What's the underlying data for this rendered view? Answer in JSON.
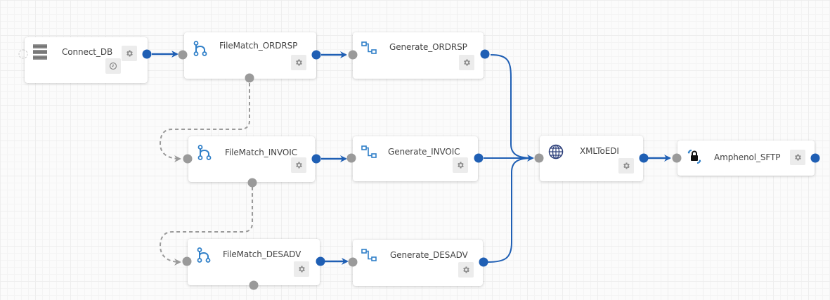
{
  "diagram": {
    "type": "workflow",
    "colors": {
      "flow_edge": "#1f5fb4",
      "port_out": "#1f5fb4",
      "port_in": "#9a9a9a",
      "dashed_edge": "#9a9a9a",
      "icon_blue": "#2f7fc8"
    },
    "nodes": [
      {
        "id": "connect_db",
        "label": "Connect_DB",
        "icon": "database-icon",
        "has_schedule": true
      },
      {
        "id": "filematch_ordrsp",
        "label": "FileMatch_ORDRSP",
        "icon": "branch-icon"
      },
      {
        "id": "generate_ordrsp",
        "label": "Generate_ORDRSP",
        "icon": "mapping-icon"
      },
      {
        "id": "filematch_invoic",
        "label": "FileMatch_INVOIC",
        "icon": "branch-icon"
      },
      {
        "id": "generate_invoic",
        "label": "Generate_INVOIC",
        "icon": "mapping-icon"
      },
      {
        "id": "filematch_desadv",
        "label": "FileMatch_DESADV",
        "icon": "branch-icon"
      },
      {
        "id": "generate_desadv",
        "label": "Generate_DESADV",
        "icon": "mapping-icon"
      },
      {
        "id": "xmltoedi",
        "label": "XMLToEDI",
        "icon": "globe-icon"
      },
      {
        "id": "amphenol_sftp",
        "label": "Amphenol_SFTP",
        "icon": "sftp-lock-icon"
      }
    ],
    "edges": [
      {
        "from": "connect_db",
        "to": "filematch_ordrsp",
        "style": "solid"
      },
      {
        "from": "filematch_ordrsp",
        "to": "generate_ordrsp",
        "style": "solid"
      },
      {
        "from": "filematch_invoic",
        "to": "generate_invoic",
        "style": "solid"
      },
      {
        "from": "filematch_desadv",
        "to": "generate_desadv",
        "style": "solid"
      },
      {
        "from": "generate_ordrsp",
        "to": "xmltoedi",
        "style": "solid"
      },
      {
        "from": "generate_invoic",
        "to": "xmltoedi",
        "style": "solid"
      },
      {
        "from": "generate_desadv",
        "to": "xmltoedi",
        "style": "solid"
      },
      {
        "from": "xmltoedi",
        "to": "amphenol_sftp",
        "style": "solid"
      },
      {
        "from": "filematch_ordrsp",
        "to": "filematch_invoic",
        "style": "dashed"
      },
      {
        "from": "filematch_invoic",
        "to": "filematch_desadv",
        "style": "dashed"
      }
    ]
  }
}
